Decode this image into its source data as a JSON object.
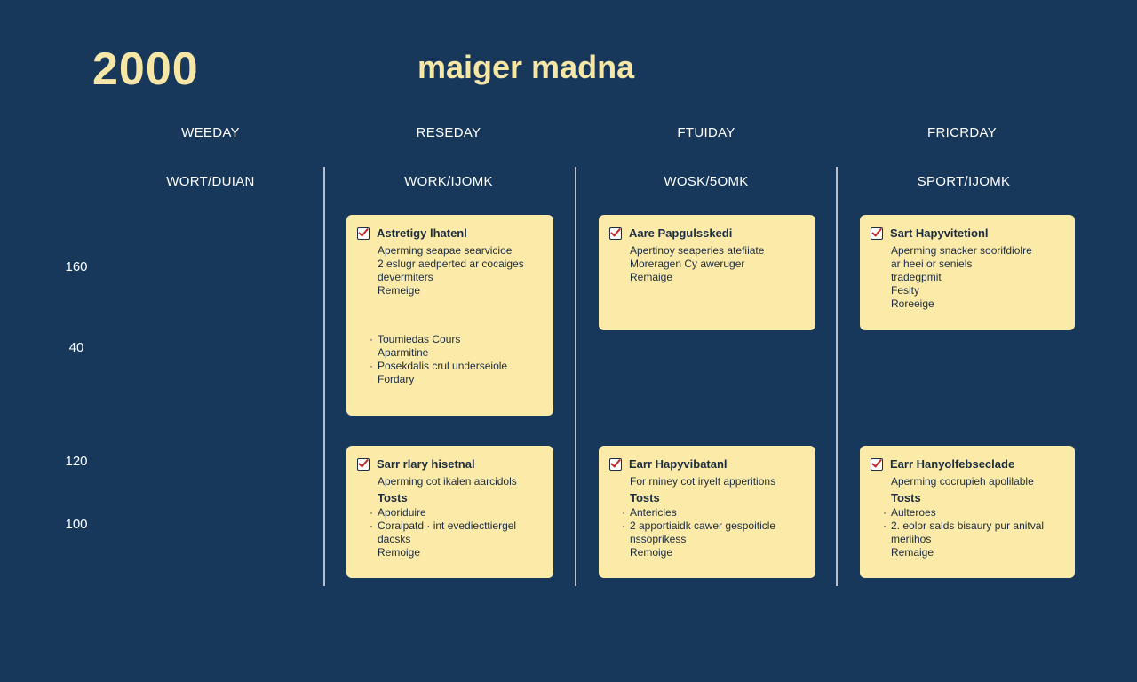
{
  "header": {
    "year": "2000",
    "title": "maiger madna"
  },
  "days": [
    "WEEDAY",
    "RESEDAY",
    "FTUIDAY",
    "FRICRDAY"
  ],
  "column_labels": [
    "WORT/DUIAN",
    "WORK/IJOMK",
    "WOSK/5OMK",
    "SPORT/IJOMK"
  ],
  "row_labels": [
    "160",
    "40",
    "120",
    "100"
  ],
  "cards": [
    {
      "title": "Astretigy lhatenl",
      "lines": [
        {
          "text": "Aperming seapae searvicioe",
          "style": ""
        },
        {
          "text": "2 eslugr aedperted ar cocaiges",
          "style": ""
        },
        {
          "text": "devermiters",
          "style": ""
        },
        {
          "text": "Remeige",
          "style": ""
        },
        {
          "text": "",
          "style": "gap"
        },
        {
          "text": "Toumiedas Cours",
          "style": "bullet"
        },
        {
          "text": "Aparmitine",
          "style": ""
        },
        {
          "text": "Posekdalis crul underseiole",
          "style": "bullet"
        },
        {
          "text": "Fordary",
          "style": ""
        }
      ]
    },
    {
      "title": "Aare Papgulsskedi",
      "lines": [
        {
          "text": "Apertinoy seaperies atefiiate",
          "style": ""
        },
        {
          "text": "Moreragen Cy aweruger",
          "style": ""
        },
        {
          "text": "Remaige",
          "style": ""
        }
      ]
    },
    {
      "title": "Sart Hapyvitetionl",
      "lines": [
        {
          "text": "Aperming snacker soorifdiolre",
          "style": ""
        },
        {
          "text": "ar heei or seniels",
          "style": ""
        },
        {
          "text": "tradegpmit",
          "style": ""
        },
        {
          "text": "Fesity",
          "style": ""
        },
        {
          "text": "Roreeige",
          "style": ""
        }
      ]
    },
    {
      "title": "Sarr rlary hisetnal",
      "lines": [
        {
          "text": "Aperming cot ikalen aarcidols",
          "style": ""
        },
        {
          "text": "Tosts",
          "style": "bold"
        },
        {
          "text": "Aporiduire",
          "style": "bullet"
        },
        {
          "text": "Coraipatd · int evediecttiergel",
          "style": "bullet"
        },
        {
          "text": "dacsks",
          "style": ""
        },
        {
          "text": "Remoige",
          "style": ""
        }
      ]
    },
    {
      "title": "Earr Hapyvibatanl",
      "lines": [
        {
          "text": "For rniney cot iryelt apperitions",
          "style": ""
        },
        {
          "text": "Tosts",
          "style": "bold"
        },
        {
          "text": "Antericles",
          "style": "bullet"
        },
        {
          "text": "2 apportiaidk cawer gespoiticle",
          "style": "bullet"
        },
        {
          "text": "nssoprikess",
          "style": ""
        },
        {
          "text": "Remoige",
          "style": ""
        }
      ]
    },
    {
      "title": "Earr Hanyolfebseclade",
      "lines": [
        {
          "text": "Aperming cocrupieh apolilable",
          "style": ""
        },
        {
          "text": "Tosts",
          "style": "bold"
        },
        {
          "text": "Aulteroes",
          "style": "bullet"
        },
        {
          "text": "2. eolor salds bisaury pur anitval",
          "style": "bullet"
        },
        {
          "text": "meriihos",
          "style": ""
        },
        {
          "text": "Remaige",
          "style": ""
        }
      ]
    }
  ],
  "colors": {
    "background": "#17385a",
    "card": "#fbeaa8",
    "accent_text": "#f6e7a6",
    "check": "#c0282a"
  }
}
